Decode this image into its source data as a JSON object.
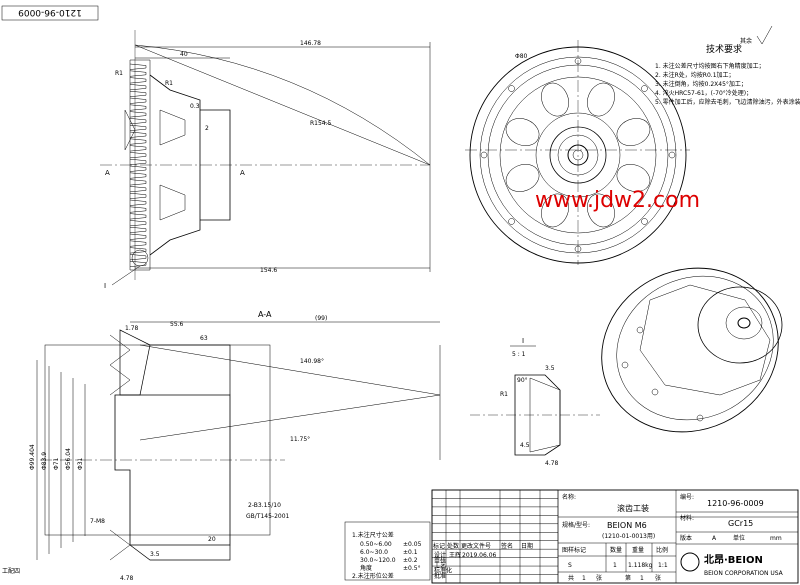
{
  "drawing": {
    "rotated_number": "1210-96-0009",
    "section_label": "A-A",
    "section_mark": "A",
    "detail_label": "I",
    "detail_scale": "5 : 1",
    "watermark": "www.jdw2.com",
    "corner_note": "工配四"
  },
  "tech_requirements": {
    "title": "技术要求",
    "items": [
      "1. 未注公差尺寸均按图右下角精度加工；",
      "2. 未注R处，均按R0.1加工；",
      "3. 未注倒角，均按0.2X45°加工；",
      "4. 淬火HRC57-61，(-70°冷处理)；",
      "5. 零件加工后，应除去毛刺，飞边清除油污，外表涂装。"
    ],
    "roughness_note": "其余"
  },
  "tolerance_note": {
    "title": "1.未注尺寸公差",
    "rows": [
      {
        "range": "0.50~6.00",
        "tol": "±0.05"
      },
      {
        "range": "6.0~30.0",
        "tol": "±0.1"
      },
      {
        "range": "30.0~120.0",
        "tol": "±0.2"
      },
      {
        "range": "角度",
        "tol": "±0.5°"
      }
    ],
    "extra": "2.未注形位公差"
  },
  "title_block": {
    "name_label": "名称:",
    "part_name": "滚齿工装",
    "model_label": "规格/型号:",
    "model": "BEION M6",
    "model_sub": "(1210-01-0013用)",
    "number_label": "编号:",
    "number": "1210-96-0009",
    "material_label": "材料:",
    "material": "GCr15",
    "mark_label": "图样标记",
    "qty_label": "数量",
    "weight_label": "重量",
    "scale_label": "比例",
    "mark": "S",
    "qty": "1",
    "weight": "1.118kg",
    "scale": "1:1",
    "sheet_total_label": "共",
    "sheet_total": "1",
    "sheet_unit": "张",
    "sheet_label": "第",
    "sheet": "1",
    "version_label": "版本",
    "version": "A",
    "unit_label": "单位",
    "unit": "mm",
    "company": "北昂·BEION",
    "company_en": "BEION CORPORATION USA",
    "rev_headers": [
      "标记",
      "处数",
      "更改文件号",
      "签名",
      "日期"
    ],
    "role_rows": [
      "设计",
      "审核",
      "工艺",
      "标准化",
      "批准"
    ],
    "designer": "王辉",
    "date": "2019.06.06"
  },
  "dims": {
    "d146": "146.78",
    "d40": "40",
    "d154": "154.6",
    "r154": "R154.5",
    "r1a": "R1",
    "r1b": "R1",
    "d0_3": "0.3",
    "d2": "2",
    "d99": "(99)",
    "d63": "63",
    "d140": "140.98°",
    "d55": "55.6",
    "d1_78": "1.78",
    "d11": "11.75°",
    "d20": "20",
    "d7": "7-M8",
    "d3_5": "3.5",
    "d4_78": "4.78",
    "gb": "GB/T145-2001",
    "b_hole": "2-B3.15/10",
    "phi80": "Φ80",
    "d90": "90°",
    "d35": "3.5",
    "d478b": "4.78",
    "phi_left": [
      "Φ99.404",
      "Φ83.9",
      "Φ71",
      "Φ56.04",
      "Φ31"
    ],
    "r1c": "R1",
    "d45": "4.5"
  }
}
